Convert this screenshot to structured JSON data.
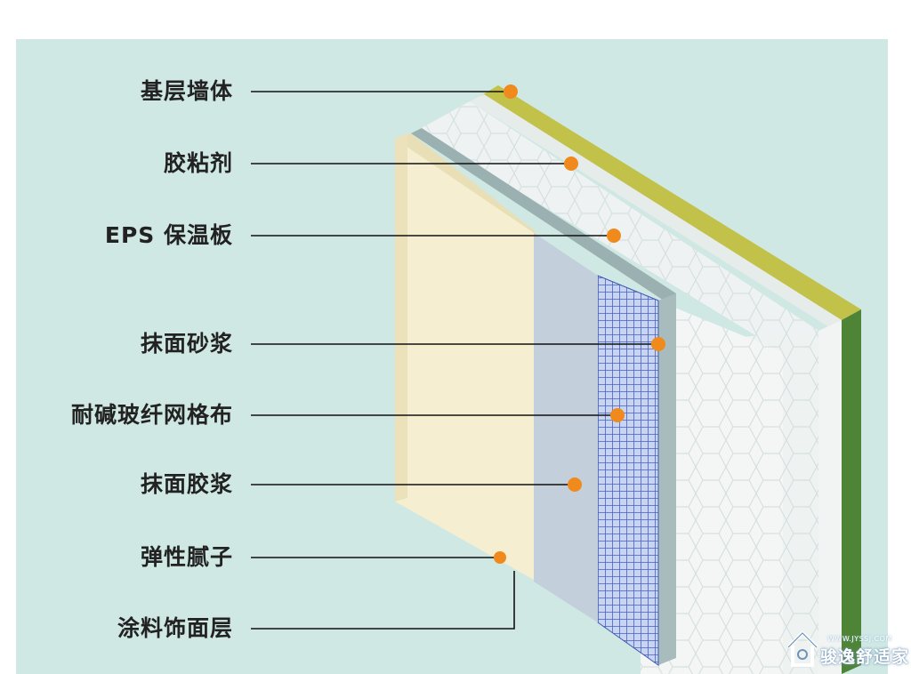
{
  "labels": [
    "基层墙体",
    "胶粘剂",
    "EPS 保温板",
    "抹面砂浆",
    "耐碱玻纤网格布",
    "抹面胶浆",
    "弹性腻子",
    "涂料饰面层"
  ],
  "watermark": {
    "url": "WWW.JYSSJ.COM",
    "text": "骏逸舒适家",
    "icon": "house-logo-icon"
  },
  "colors": {
    "background_panel": "#cfe8e4",
    "wall_layer": "#a8b43c",
    "eps_board": "#eef2f2",
    "mesh_grid": "#5a74c6",
    "finish_coat": "#f6eed0",
    "leader_dot": "#f08a1c"
  }
}
